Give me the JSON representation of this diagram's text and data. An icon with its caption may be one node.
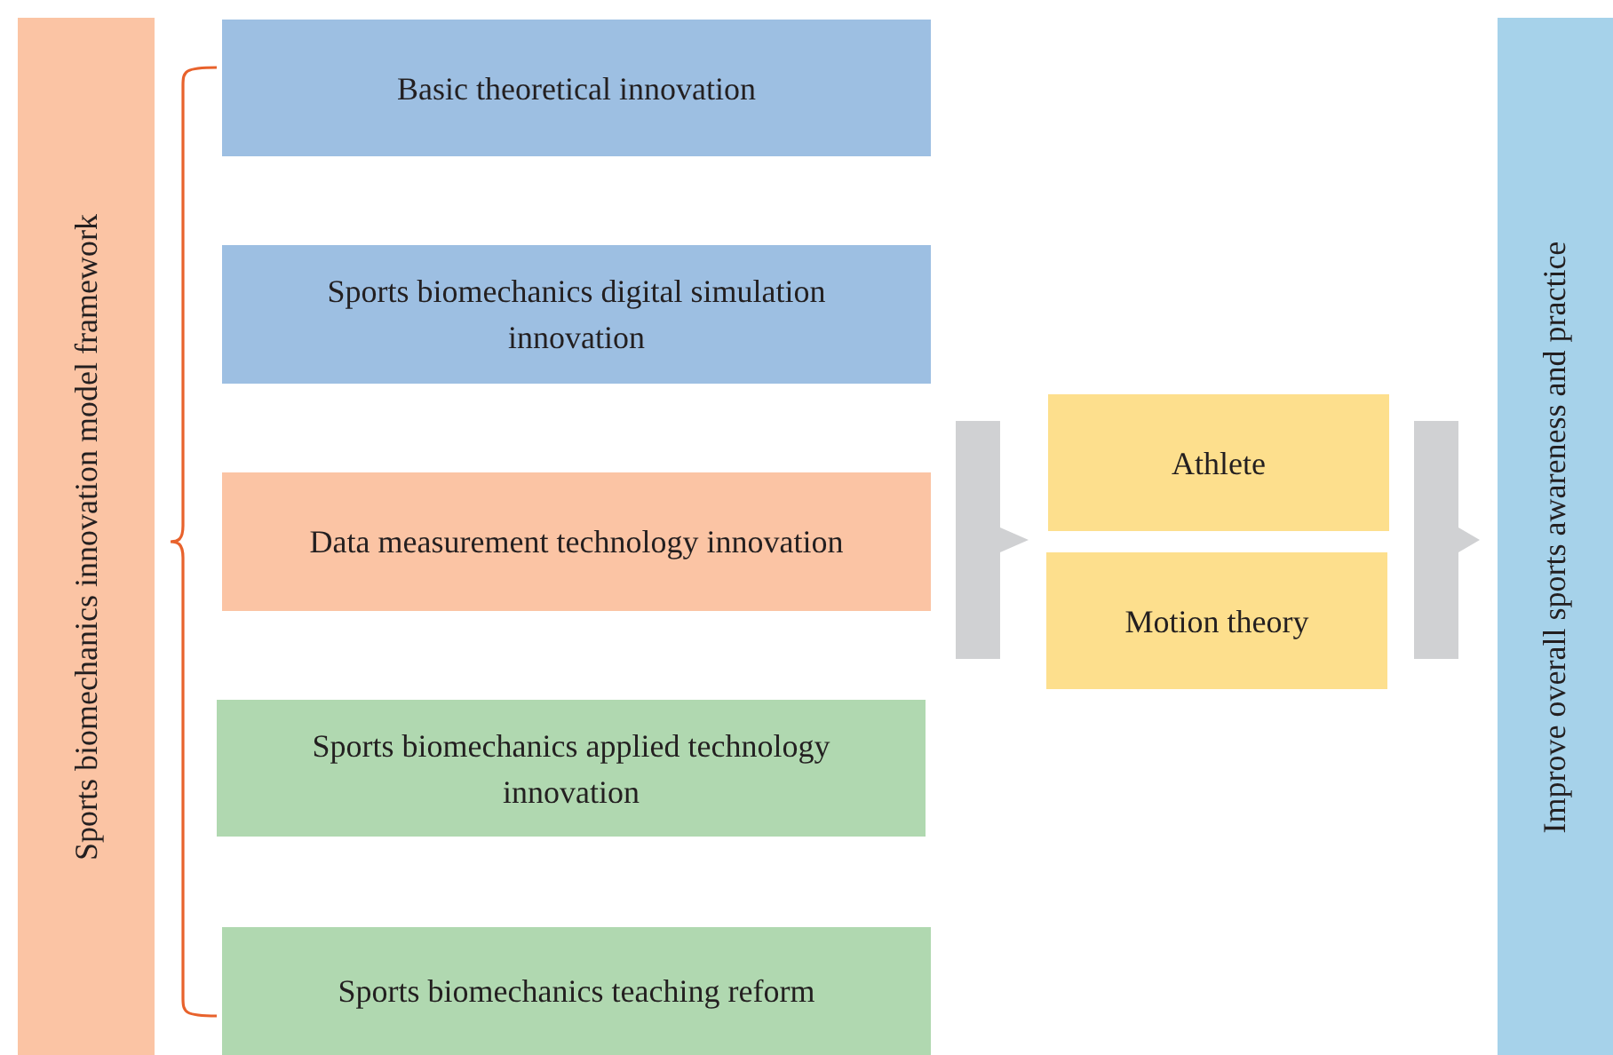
{
  "diagram": {
    "nodes": [
      {
        "text": [
          "Sports biomechanics innovation model framework"
        ]
      },
      {
        "text": [
          "Basic theoretical innovation"
        ]
      },
      {
        "text": [
          "Sports biomechanics digital simulation innovation"
        ]
      },
      {
        "text": [
          "Data measurement technology innovation"
        ]
      },
      {
        "text": [
          "Sports biomechanics applied technology innovation"
        ]
      },
      {
        "text": [
          "Sports biomechanics teaching reform"
        ]
      },
      {
        "text": [
          "Athlete"
        ]
      },
      {
        "text": [
          "Motion theory"
        ]
      },
      {
        "text": [
          "Improve overall sports awareness and practice"
        ]
      }
    ],
    "edges": [
      {
        "from": 3,
        "to": 6,
        "arrow": "to",
        "style": "thick",
        "color": "#d0d1d3"
      },
      {
        "from": 3,
        "to": 7,
        "arrow": "to",
        "style": "thick",
        "color": "#d0d1d3"
      },
      {
        "from": 6,
        "to": 8,
        "arrow": "to",
        "style": "thick",
        "color": "#d0d1d3"
      },
      {
        "from": 7,
        "to": 8,
        "arrow": "to",
        "style": "thick",
        "color": "#d0d1d3"
      }
    ]
  }
}
